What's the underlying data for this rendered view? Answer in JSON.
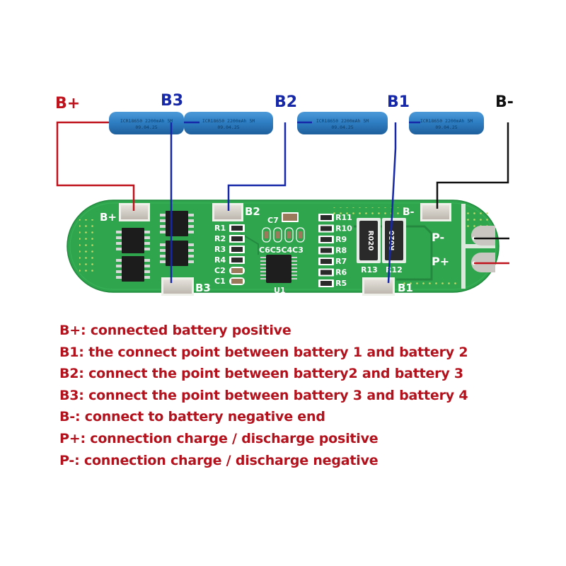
{
  "terminals": {
    "b_plus": "B+",
    "b3": "B3",
    "b2": "B2",
    "b1": "B1",
    "b_minus": "B-"
  },
  "batteries": [
    {
      "line1": "ICR18650 2200mAh 5M",
      "line2": "09.04.25"
    },
    {
      "line1": "ICR18650 2200mAh 5M",
      "line2": "09.04.25"
    },
    {
      "line1": "ICR18650 2200mAh 5M",
      "line2": "09.04.25"
    },
    {
      "line1": "ICR18650 2200mAh 5M",
      "line2": "09.04.25"
    }
  ],
  "pcb": {
    "pads": {
      "b_plus": "B+",
      "b2": "B2",
      "b3": "B3",
      "b1": "B1",
      "b_minus": "B-",
      "p_minus": "P-",
      "p_plus": "P+"
    },
    "resistors_left": [
      "R1",
      "R2",
      "R3",
      "R4"
    ],
    "caps_left": [
      "C2",
      "C1"
    ],
    "resistors_right": [
      "R11",
      "R10",
      "R9",
      "R8",
      "R7",
      "R6",
      "R5"
    ],
    "cap_top": "C7",
    "caps_row": "C6C5C4C3",
    "ic": "U1",
    "shunts": [
      "R13",
      "R12"
    ],
    "shunt_marking": "R020"
  },
  "legend": [
    "B+: connected battery positive",
    "B1: the connect point between battery 1 and battery 2",
    "B2: connect the point between battery2 and battery 3",
    "B3: connect the point between battery 3 and battery 4",
    "B-: connect to battery negative end",
    "P+: connection charge / discharge positive",
    "P-: connection charge / discharge negative"
  ],
  "colors": {
    "positive": "#c0121c",
    "balance": "#1627a8",
    "negative": "#111111",
    "battery": "#2f7fc4",
    "pcb": "#2fa54e",
    "legend_text": "#b3121d"
  }
}
